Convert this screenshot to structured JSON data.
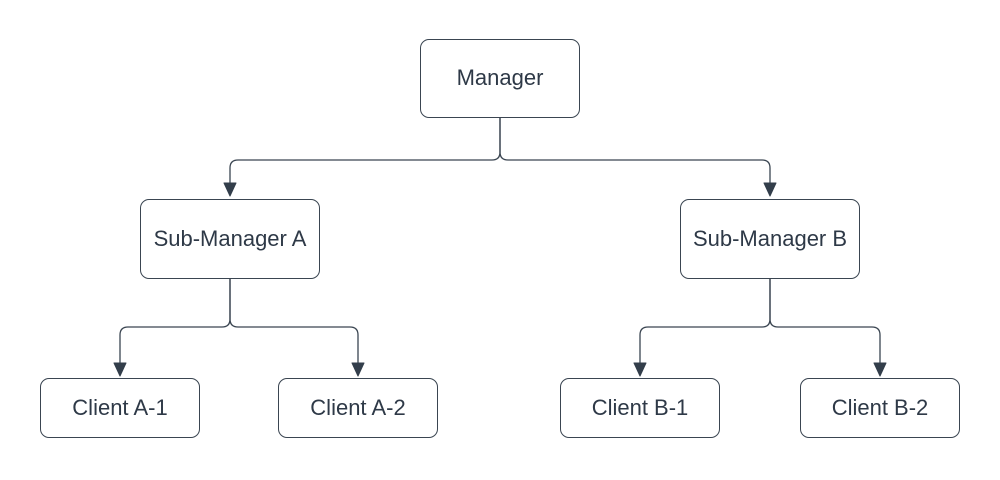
{
  "diagram": {
    "type": "org-chart",
    "nodes": {
      "manager": {
        "label": "Manager"
      },
      "sub_a": {
        "label": "Sub-Manager A"
      },
      "sub_b": {
        "label": "Sub-Manager B"
      },
      "client_a1": {
        "label": "Client A-1"
      },
      "client_a2": {
        "label": "Client A-2"
      },
      "client_b1": {
        "label": "Client B-1"
      },
      "client_b2": {
        "label": "Client B-2"
      }
    },
    "edges": [
      {
        "from": "Manager",
        "to": "Sub-Manager A"
      },
      {
        "from": "Manager",
        "to": "Sub-Manager B"
      },
      {
        "from": "Sub-Manager A",
        "to": "Client A-1"
      },
      {
        "from": "Sub-Manager A",
        "to": "Client A-2"
      },
      {
        "from": "Sub-Manager B",
        "to": "Client B-1"
      },
      {
        "from": "Sub-Manager B",
        "to": "Client B-2"
      }
    ],
    "colors": {
      "background": "#ffffff",
      "fill": "#ffffff",
      "stroke": "#3a4551",
      "arrow": "#333e4b",
      "text": "#2e3947"
    }
  }
}
